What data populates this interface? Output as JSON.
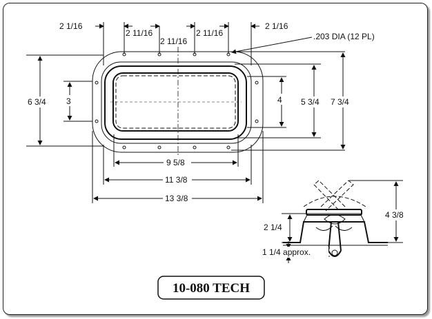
{
  "drawing": {
    "title": "10-080 TECH",
    "dims": {
      "top_left": "2 1/16",
      "top_mid_left": "2 11/16",
      "top_center": "2 11/16",
      "top_mid_right": "2 11/16",
      "top_right": "2 1/16",
      "hole_dia": ".203 DIA (12 PL)",
      "overall_height": "6 3/4",
      "inner_height": "3",
      "opening_height": "4",
      "frame_height": "5 3/4",
      "total_height": "7 3/4",
      "opening_width": "9 5/8",
      "frame_width": "11 3/8",
      "overall_width": "13 3/8",
      "side_height": "4 3/8",
      "side_base": "2 1/4",
      "side_handle": "1 1/4 approx."
    }
  }
}
